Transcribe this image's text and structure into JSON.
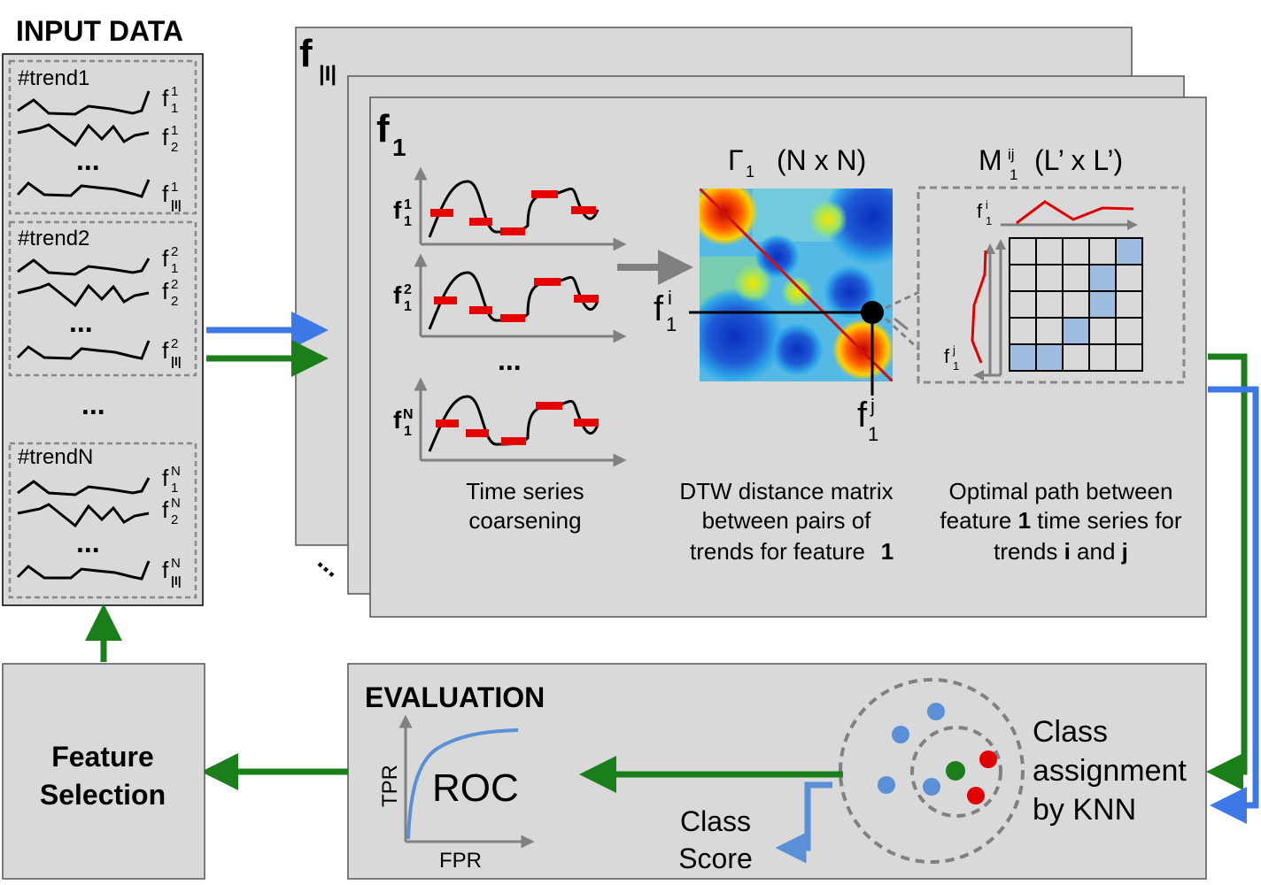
{
  "input_panel": {
    "title": "INPUT DATA",
    "groups": [
      {
        "label": "#trend1",
        "f1_sup": "1",
        "f1_sub": "1",
        "f2_sup": "1",
        "f2_sub": "2",
        "f3_sup": "1",
        "f3_sub": "|I|"
      },
      {
        "label": "#trend2",
        "f1_sup": "2",
        "f1_sub": "1",
        "f2_sup": "2",
        "f2_sub": "2",
        "f3_sup": "2",
        "f3_sub": "|I|"
      },
      {
        "label": "#trendN",
        "f1_sup": "N",
        "f1_sub": "1",
        "f2_sup": "N",
        "f2_sub": "2",
        "f3_sup": "N",
        "f3_sub": "|I|"
      }
    ],
    "feature_letter": "f",
    "ellipsis": "..."
  },
  "feature_stack": {
    "back_label_main": "f",
    "back_label_sub": "|I|",
    "front_label_main": "f",
    "front_label_sub": "1",
    "ellipsis": "..."
  },
  "coarsening": {
    "series_labels": [
      {
        "main": "f",
        "sup": "1",
        "sub": "1"
      },
      {
        "main": "f",
        "sup": "2",
        "sub": "1"
      },
      {
        "main": "f",
        "sup": "N",
        "sub": "1"
      }
    ],
    "ellipsis": "...",
    "caption_lines": [
      "Time series",
      "coarsening"
    ]
  },
  "dtw_matrix": {
    "title_symbol": "Γ",
    "title_sub": "1",
    "title_dims": "(N x N)",
    "row_label": {
      "main": "f",
      "sup": "i",
      "sub": "1"
    },
    "col_label": {
      "main": "f",
      "sup": "j",
      "sub": "1"
    },
    "caption_lines": [
      "DTW distance matrix",
      "between pairs of",
      "trends for feature "
    ],
    "caption_bold": "1"
  },
  "optimal_path": {
    "title_main": "M",
    "title_sup": "ij",
    "title_sub": "1",
    "title_dims": "(L’ x L’)",
    "axis_top_label": {
      "main": "f",
      "sup": "i",
      "sub": "1"
    },
    "axis_left_label": {
      "main": "f",
      "sup": "j",
      "sub": "1"
    },
    "caption_line1": "Optimal path between",
    "caption_line2_pre": "feature ",
    "caption_line2_bold": "1",
    "caption_line2_post": " time series for",
    "caption_line3_pre": "trends ",
    "caption_line3_bold1": "i",
    "caption_line3_mid": " and ",
    "caption_line3_bold2": "j"
  },
  "evaluation": {
    "title": "EVALUATION",
    "roc_label": "ROC",
    "y_axis": "TPR",
    "x_axis": "FPR",
    "class_score_lines": [
      "Class",
      "Score"
    ],
    "knn_lines": [
      "Class",
      "assignment",
      "by KNN"
    ]
  },
  "feature_selection": {
    "lines": [
      "Feature",
      "Selection"
    ]
  },
  "colors": {
    "green_arrow": "#1a7f1a",
    "blue_arrow": "#3c78e6",
    "panel_fill": "#d9d9d9",
    "red_mark": "#e00000",
    "blue_dot": "#5b8fd6"
  }
}
